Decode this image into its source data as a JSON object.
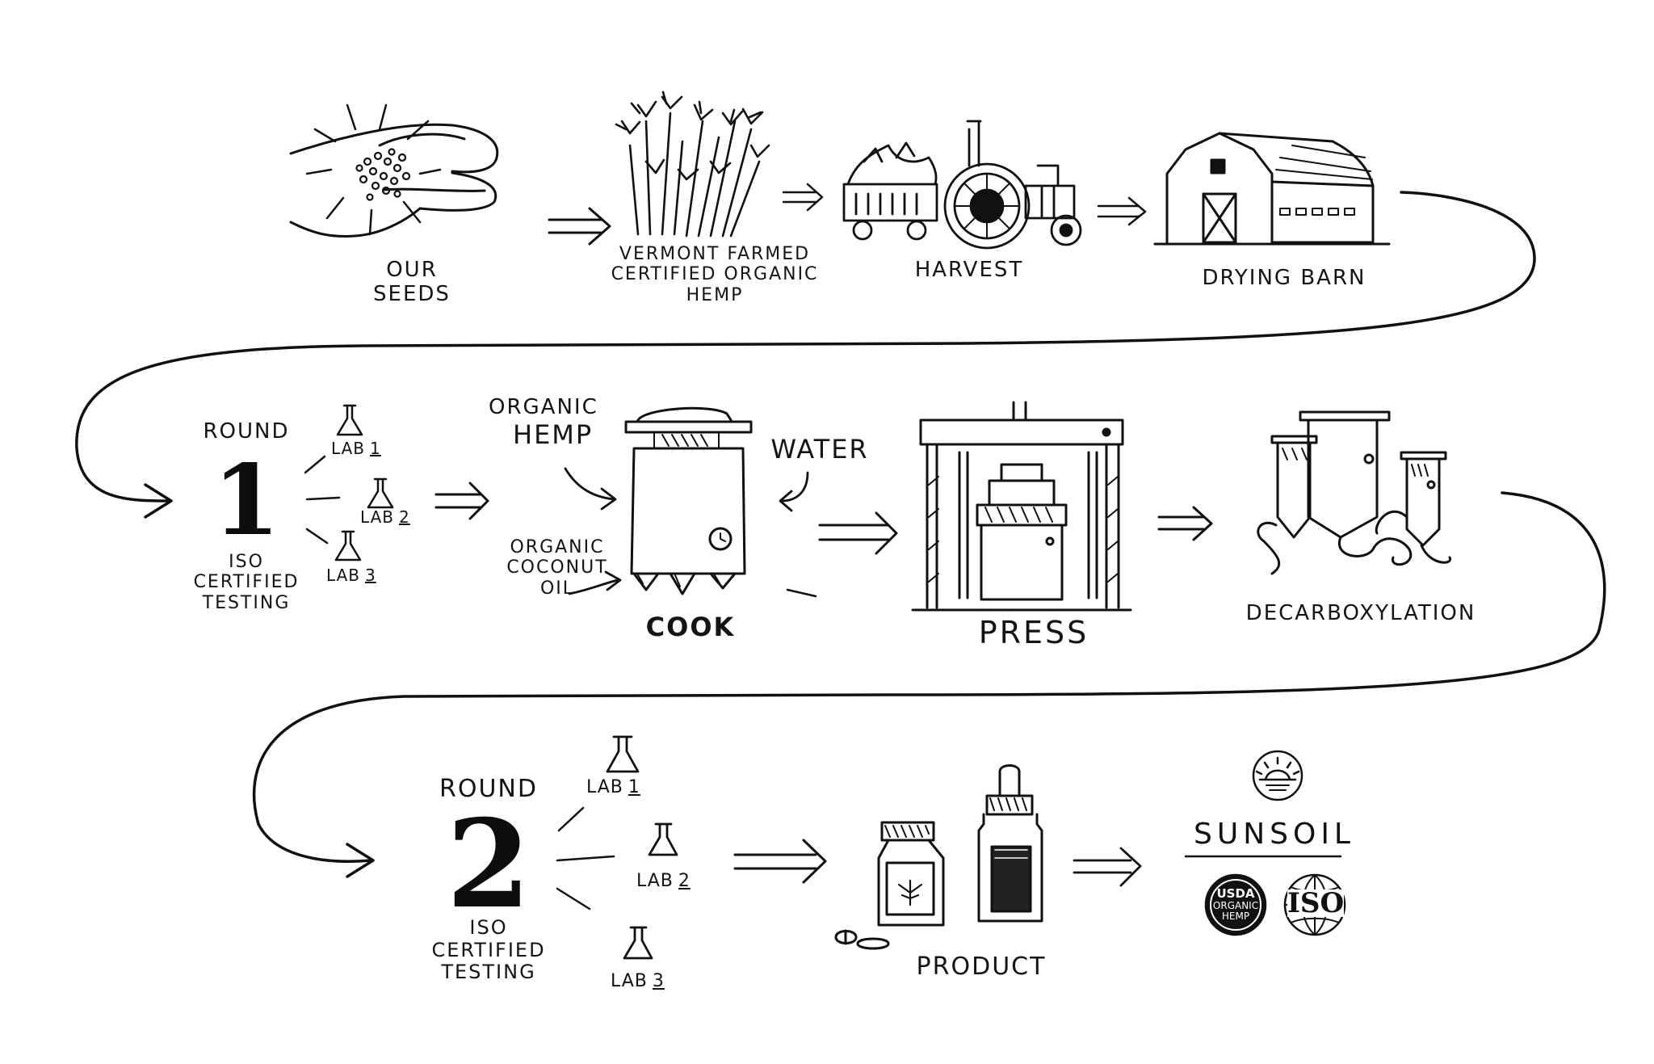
{
  "stages_row1": [
    {
      "id": "seeds",
      "label_line1": "OUR",
      "label_line2": "SEEDS"
    },
    {
      "id": "hemp",
      "label_line1": "VERMONT FARMED",
      "label_line2": "CERTIFIED ORGANIC",
      "label_line3": "HEMP"
    },
    {
      "id": "harvest",
      "label": "HARVEST"
    },
    {
      "id": "barn",
      "label": "DRYING BARN"
    }
  ],
  "round1": {
    "round_label": "ROUND",
    "number": "1",
    "caption_line1": "ISO",
    "caption_line2": "CERTIFIED",
    "caption_line3": "TESTING",
    "labs": [
      {
        "text": "LAB",
        "num": "1"
      },
      {
        "text": "LAB",
        "num": "2"
      },
      {
        "text": "LAB",
        "num": "3"
      }
    ]
  },
  "cook": {
    "label": "COOK",
    "input_hemp_line1": "ORGANIC",
    "input_hemp_line2": "HEMP",
    "input_water": "WATER",
    "input_oil_line1": "ORGANIC",
    "input_oil_line2": "COCONUT",
    "input_oil_line3": "OIL"
  },
  "press": {
    "label": "PRESS"
  },
  "decarb": {
    "label": "DECARBOXYLATION"
  },
  "round2": {
    "round_label": "ROUND",
    "number": "2",
    "caption_line1": "ISO",
    "caption_line2": "CERTIFIED",
    "caption_line3": "TESTING",
    "labs": [
      {
        "text": "LAB",
        "num": "1"
      },
      {
        "text": "LAB",
        "num": "2"
      },
      {
        "text": "LAB",
        "num": "3"
      }
    ]
  },
  "product": {
    "label": "PRODUCT"
  },
  "brand": {
    "name": "SUNSOIL",
    "usda_line1": "USDA",
    "usda_line2": "ORGANIC",
    "usda_line3": "HEMP",
    "iso_badge": "ISO"
  },
  "colors": {
    "ink": "#111111",
    "paper": "#ffffff"
  }
}
